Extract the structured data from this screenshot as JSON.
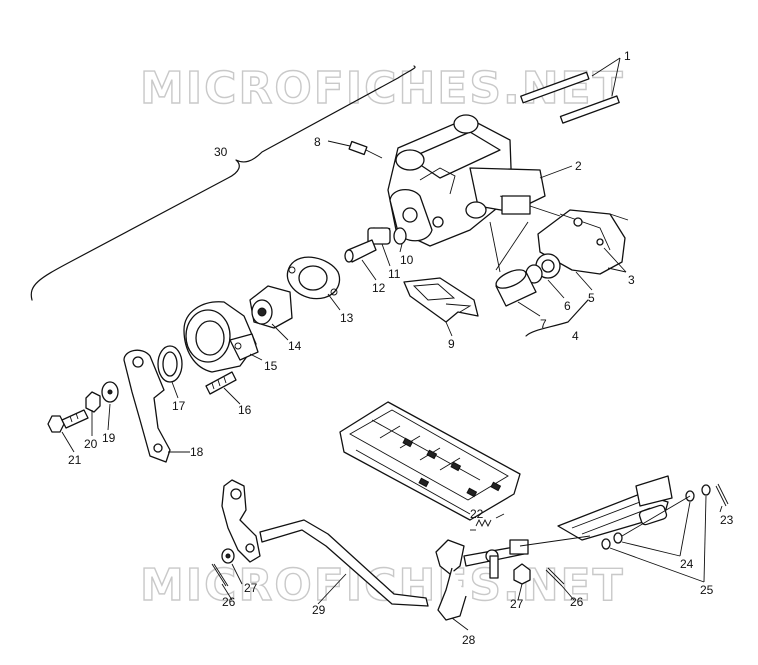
{
  "watermark": {
    "top_text": "MICROFICHES.NET",
    "bottom_text": "MICROFICHES.NET"
  },
  "callouts": [
    "1",
    "2",
    "3",
    "4",
    "5",
    "6",
    "7",
    "8",
    "9",
    "10",
    "11",
    "12",
    "13",
    "14",
    "15",
    "16",
    "17",
    "18",
    "19",
    "20",
    "21",
    "22",
    "23",
    "24",
    "25",
    "26",
    "26",
    "27",
    "27",
    "28",
    "29",
    "30"
  ]
}
